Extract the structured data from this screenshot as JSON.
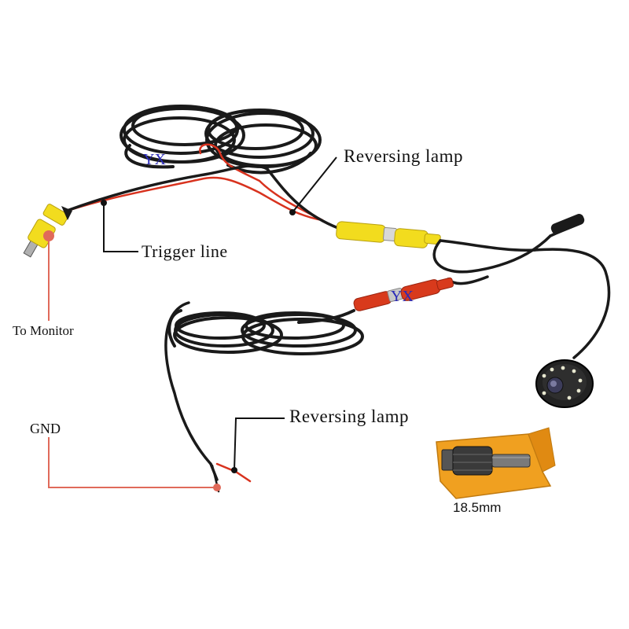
{
  "labels": {
    "reversing_lamp_top": "Reversing lamp",
    "trigger_line": "Trigger line",
    "to_monitor": "To Monitor",
    "reversing_lamp_bottom": "Reversing lamp",
    "gnd": "GND",
    "drill_size": "18.5mm"
  },
  "brand_marks": [
    "YX",
    "YX"
  ],
  "colors": {
    "background": "#ffffff",
    "cable": "#1a1a1a",
    "red_wire": "#d8321e",
    "yellow_connector": "#f2dc1e",
    "red_connector": "#d83a1c",
    "callout_black": "#111111",
    "callout_red": "#e06a5a",
    "drill_box": "#f0a020"
  },
  "icons": [
    "rca-plug-icon",
    "backup-camera-icon",
    "hole-saw-drill-icon"
  ]
}
